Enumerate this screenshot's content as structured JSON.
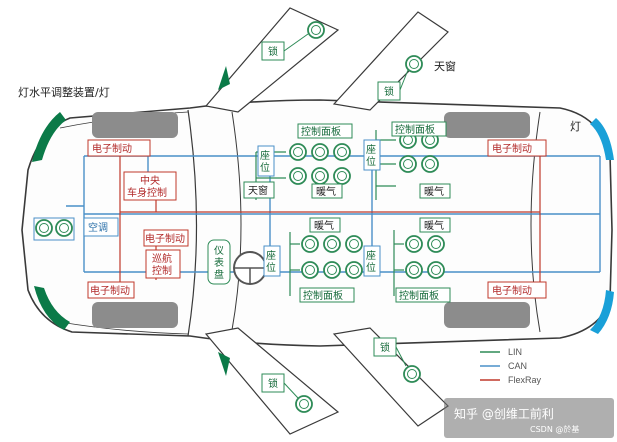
{
  "labels": {
    "headlamp_leveling": "灯水平调整装置/灯",
    "lamp_right": "灯",
    "sunroof_top": "天窗",
    "sunroof_center": "天窗",
    "lock": "锁",
    "ecu": "电子制动",
    "central_body_1": "中央",
    "central_body_2": "车身控制",
    "ac": "空调",
    "cruise_1": "巡航",
    "cruise_2": "控制",
    "dash": "仪表盘",
    "seat": "座位",
    "control_panel": "控制面板",
    "heating": "暖气"
  },
  "legend": [
    {
      "name": "LIN",
      "color": "#2e8b57"
    },
    {
      "name": "CAN",
      "color": "#4a90c8"
    },
    {
      "name": "FlexRay",
      "color": "#c0392b"
    }
  ],
  "watermark": {
    "main": "知乎 @创维工前利",
    "sub": "CSDN @於基"
  },
  "colors": {
    "lin": "#2e8b57",
    "can": "#4a90c8",
    "flexray": "#c0392b",
    "body": "#3a3a3a",
    "tire": "#8c8c8c"
  }
}
